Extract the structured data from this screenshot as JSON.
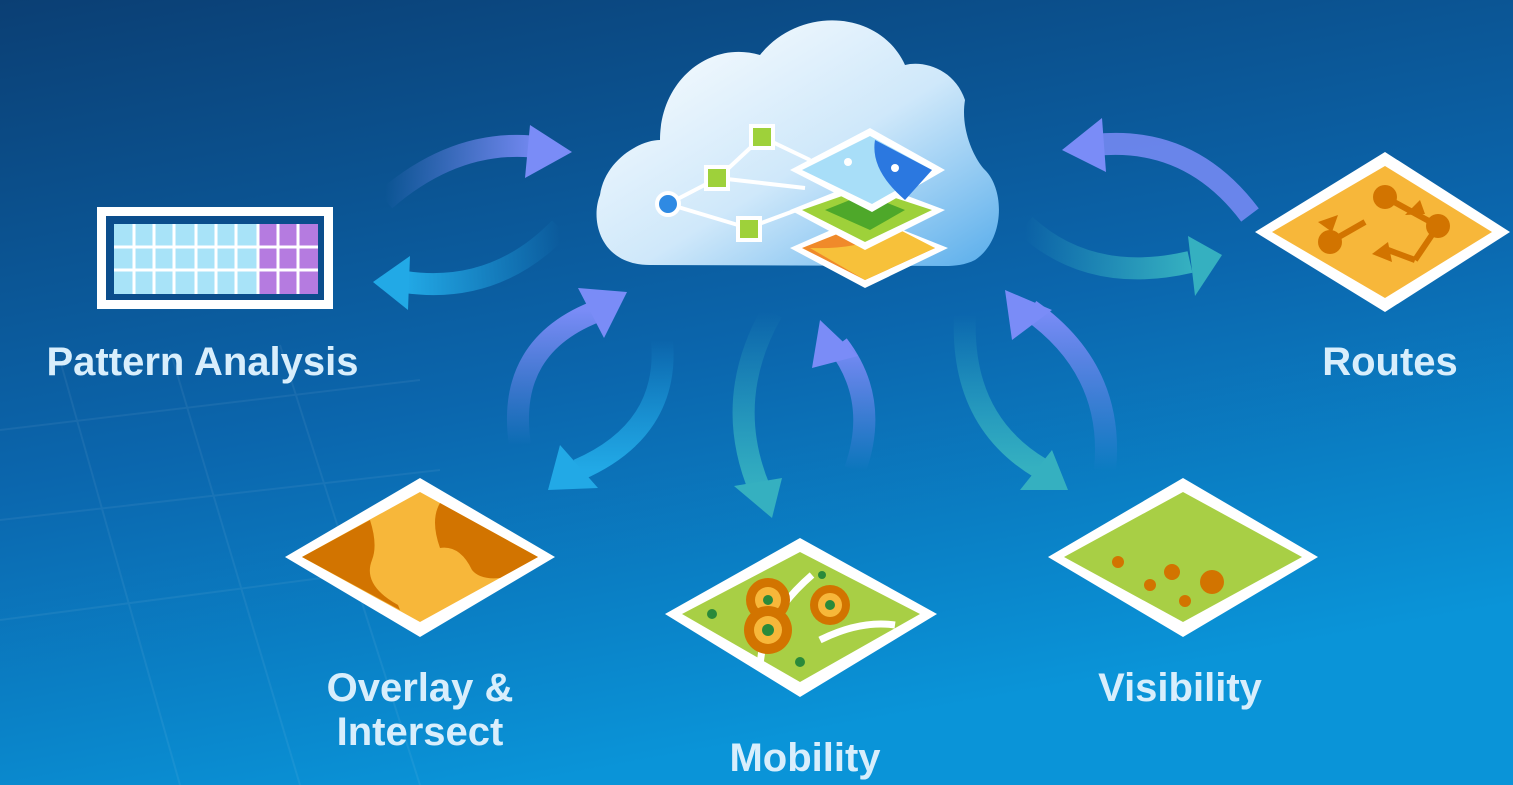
{
  "colors": {
    "bg_top": "#0b4a82",
    "bg_bottom": "#0892d6",
    "label_text": "#d8eefc",
    "arrow_blue": "#7a8cf7",
    "arrow_cyan": "#22a9e6",
    "arrow_teal": "#35b0c0",
    "tile_orange": "#f7b73a",
    "tile_dark_orange": "#d27400",
    "tile_green": "#a8cf45",
    "tile_purple": "#b57be0",
    "tile_light_blue": "#a8e3f8"
  },
  "cloud": {
    "icon": "cloud-service-icon",
    "layers_icon": "map-layers-icon",
    "network_icon": "node-graph-icon"
  },
  "nodes": [
    {
      "id": "pattern",
      "icon": "pattern-analysis-grid-icon"
    },
    {
      "id": "routes",
      "icon": "routes-icon"
    },
    {
      "id": "overlay",
      "icon": "overlay-intersect-icon"
    },
    {
      "id": "mobility",
      "icon": "mobility-icon"
    },
    {
      "id": "visibility",
      "icon": "visibility-icon"
    }
  ],
  "labels": {
    "pattern_analysis": "Pattern Analysis",
    "routes": "Routes",
    "overlay_line1": "Overlay &",
    "overlay_line2": "Intersect",
    "mobility": "Mobility",
    "visibility": "Visibility"
  }
}
